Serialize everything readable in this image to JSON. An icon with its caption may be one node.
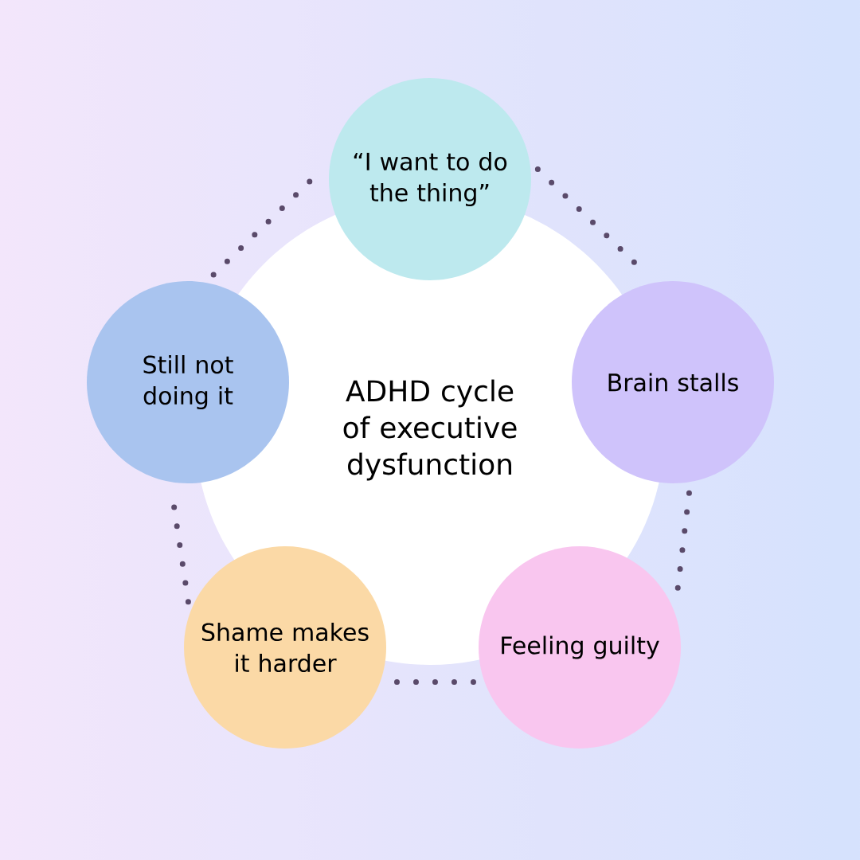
{
  "diagram": {
    "nodes": [
      {
        "text": [
          "ADHD cycle of executive dysfunction"
        ]
      },
      {
        "text": [
          "“I want to do the thing”"
        ]
      },
      {
        "text": [
          "Brain stalls"
        ]
      },
      {
        "text": [
          "Feeling guilty"
        ]
      },
      {
        "text": [
          "Shame makes it harder"
        ]
      },
      {
        "text": [
          "Still not doing it"
        ]
      }
    ],
    "edges": [
      {
        "from": 1,
        "to": 2,
        "arrow": "none"
      },
      {
        "from": 2,
        "to": 3,
        "arrow": "none"
      },
      {
        "from": 3,
        "to": 4,
        "arrow": "none"
      },
      {
        "from": 4,
        "to": 5,
        "arrow": "none"
      },
      {
        "from": 5,
        "to": 1,
        "arrow": "none"
      }
    ]
  }
}
